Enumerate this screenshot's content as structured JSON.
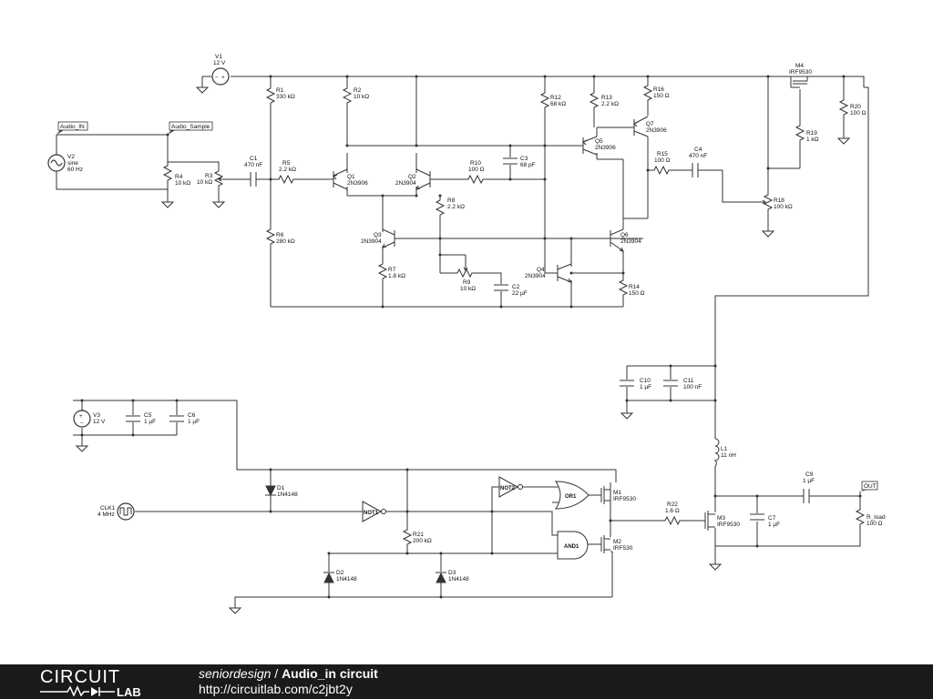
{
  "components": {
    "V1": {
      "name": "V1",
      "value": "12 V"
    },
    "R1": {
      "name": "R1",
      "value": "330 kΩ"
    },
    "R2": {
      "name": "R2",
      "value": "10 kΩ"
    },
    "R3": {
      "name": "R3",
      "value": "10 kΩ"
    },
    "R4": {
      "name": "R4",
      "value": "10 kΩ"
    },
    "R5": {
      "name": "R5",
      "value": "2.2 kΩ"
    },
    "R6": {
      "name": "R6",
      "value": "280 kΩ"
    },
    "R7": {
      "name": "R7",
      "value": "1.8 kΩ"
    },
    "R8": {
      "name": "R8",
      "value": "2.2 kΩ"
    },
    "R9": {
      "name": "R9",
      "value": "10 kΩ"
    },
    "R10": {
      "name": "R10",
      "value": "100 Ω"
    },
    "R12": {
      "name": "R12",
      "value": "68 kΩ"
    },
    "R13": {
      "name": "R13",
      "value": "2.2 kΩ"
    },
    "R14": {
      "name": "R14",
      "value": "150 Ω"
    },
    "R15": {
      "name": "R15",
      "value": "100 Ω"
    },
    "R16": {
      "name": "R16",
      "value": "150 Ω"
    },
    "R18": {
      "name": "R18",
      "value": "100 kΩ"
    },
    "R19": {
      "name": "R19",
      "value": "1 kΩ"
    },
    "R20": {
      "name": "R20",
      "value": "100 Ω"
    },
    "R21": {
      "name": "R21",
      "value": "200 kΩ"
    },
    "R22": {
      "name": "R22",
      "value": "1.6 Ω"
    },
    "Rload": {
      "name": "R_load",
      "value": "100 Ω"
    },
    "C1": {
      "name": "C1",
      "value": "470 nF"
    },
    "C2": {
      "name": "C2",
      "value": "22 µF"
    },
    "C3": {
      "name": "C3",
      "value": "68 pF"
    },
    "C4": {
      "name": "C4",
      "value": "470 nF"
    },
    "C5": {
      "name": "C5",
      "value": "1 µF"
    },
    "C6": {
      "name": "C6",
      "value": "1 µF"
    },
    "C7": {
      "name": "C7",
      "value": "1 µF"
    },
    "C9": {
      "name": "C9",
      "value": "1 µF"
    },
    "C10": {
      "name": "C10",
      "value": "1 µF"
    },
    "C11": {
      "name": "C11",
      "value": "100 nF"
    },
    "Q1": {
      "name": "Q1",
      "value": "2N3906"
    },
    "Q2": {
      "name": "Q2",
      "value": "2N3904"
    },
    "Q3": {
      "name": "Q3",
      "value": "2N3904"
    },
    "Q4": {
      "name": "Q4",
      "value": "2N3904"
    },
    "Q5": {
      "name": "Q5",
      "value": "2N3906"
    },
    "Q6": {
      "name": "Q6",
      "value": "2N3904"
    },
    "Q7": {
      "name": "Q7",
      "value": "2N3906"
    },
    "M1": {
      "name": "M1",
      "value": "IRF9530"
    },
    "M2": {
      "name": "M2",
      "value": "IRF530"
    },
    "M3": {
      "name": "M3",
      "value": "IRF9530"
    },
    "M4": {
      "name": "M4",
      "value": "IRF9530"
    },
    "V2": {
      "name": "V2",
      "line2": "sine",
      "line3": "60 Hz"
    },
    "V3": {
      "name": "V3",
      "value": "12 V"
    },
    "L1": {
      "name": "L1",
      "value": "11 nH"
    },
    "D1": {
      "name": "D1",
      "value": "1N4148"
    },
    "D2": {
      "name": "D2",
      "value": "1N4148"
    },
    "D3": {
      "name": "D3",
      "value": "1N4148"
    },
    "CLK1": {
      "name": "CLK1",
      "value": "4 MHz"
    },
    "NOT1": {
      "name": "NOT1"
    },
    "NOT2": {
      "name": "NOT2"
    },
    "OR1": {
      "name": "OR1"
    },
    "AND1": {
      "name": "AND1"
    }
  },
  "net_labels": {
    "audio_in": "Audio_IN",
    "audio_sample": "Audio_Sample",
    "out": "OUT"
  },
  "footer": {
    "logo_text_top": "CIRCUIT",
    "logo_text_bottom": "LAB",
    "author": "seniordesign",
    "separator": " / ",
    "title": "Audio_in circuit",
    "url": "http://circuitlab.com/c2jbt2y"
  },
  "colors": {
    "wire": "#333333",
    "footer_bg": "#1a1a1a",
    "footer_text": "#ffffff"
  }
}
